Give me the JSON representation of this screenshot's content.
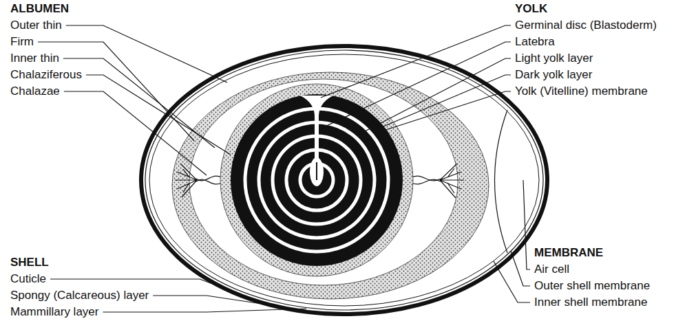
{
  "diagram": {
    "labels": [
      "ALBUMEN",
      "Outer thin",
      "Firm",
      "Inner thin",
      "Chalaziferous",
      "Chalazae",
      "YOLK",
      "Germinal disc (Blastoderm)",
      "Latebra",
      "Light yolk layer",
      "Dark yolk layer",
      "Yolk (Vitelline) membrane",
      "SHELL",
      "Cuticle",
      "Spongy (Calcareous) layer",
      "Mammillary layer",
      "MEMBRANE",
      "Air cell",
      "Outer shell membrane",
      "Inner shell membrane"
    ]
  }
}
